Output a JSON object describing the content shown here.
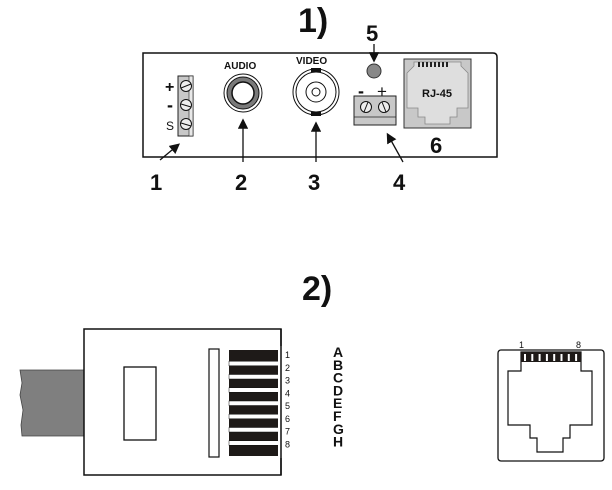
{
  "figure1": {
    "title": "1)",
    "panel_labels": {
      "audio": "AUDIO",
      "video": "VIDEO",
      "rj45": "RJ-45"
    },
    "terminal_signs": {
      "plus": "+",
      "minus": "-",
      "signal": "S"
    },
    "power_terminal_signs": {
      "minus": "-",
      "plus": "+"
    },
    "callouts": [
      "1",
      "2",
      "3",
      "4",
      "5",
      "6"
    ],
    "colors": {
      "led": "#888888",
      "jack_ring": "#7a7a7a",
      "terminal": "#c8c8c8",
      "rj45_body": "#c8c8c8",
      "rj45_inner": "#dedede"
    }
  },
  "figure2": {
    "title": "2)",
    "pin_numbers": [
      "1",
      "2",
      "3",
      "4",
      "5",
      "6",
      "7",
      "8"
    ],
    "wire_letters": [
      "A",
      "B",
      "C",
      "D",
      "E",
      "F",
      "G",
      "H"
    ],
    "socket_pin_labels": {
      "first": "1",
      "last": "8"
    },
    "colors": {
      "cable": "#7f7f7f",
      "contacts": "#1e1a18"
    }
  }
}
